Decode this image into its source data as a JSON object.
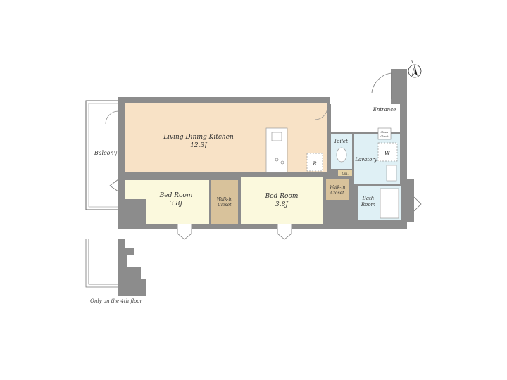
{
  "rooms": {
    "ldk": {
      "name": "Living Dining Kitchen",
      "size": "12.3J"
    },
    "bed1": {
      "name": "Bed Room",
      "size": "3.8J"
    },
    "bed2": {
      "name": "Bed Room",
      "size": "3.8J"
    },
    "wic1": {
      "line1": "Walk-in",
      "line2": "Closet"
    },
    "wic2": {
      "line1": "Walk-in",
      "line2": "Closet"
    },
    "balcony": "Balcony",
    "entrance": "Entrance",
    "shoes": {
      "line1": "Shoes",
      "line2": "Closet"
    },
    "toilet": "Toilet",
    "lavatory": "Lavatory",
    "washer": "W",
    "fridge": "R",
    "linen": "Lin.",
    "bath": {
      "line1": "Bath",
      "line2": "Room"
    }
  },
  "note": "Only on the 4th floor",
  "compass": "N",
  "colors": {
    "wall": "#8c8c8c",
    "ldk": "#f8e2c6",
    "bed": "#fbf9dd",
    "closet": "#d8c29b",
    "wet": "#dff0f5"
  }
}
